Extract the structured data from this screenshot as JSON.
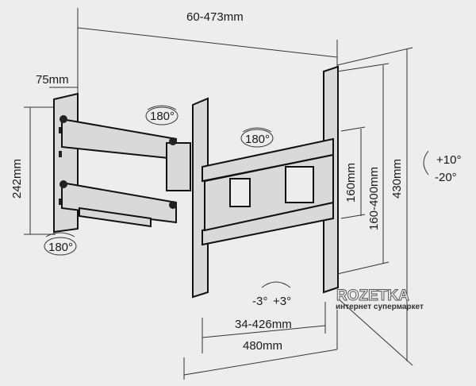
{
  "dimensions": {
    "arm_extension": "60-473mm",
    "wall_plate_width": "75mm",
    "wall_plate_height": "242mm",
    "swivel_wall": "180°",
    "swivel_bottom": "180°",
    "swivel_arm": "180°",
    "vesa_vertical_min": "160mm",
    "vesa_vertical_range": "160-400mm",
    "plate_height": "430mm",
    "tilt_up": "+10°",
    "tilt_down": "-20°",
    "rotation_left": "-3°",
    "rotation_right": "+3°",
    "vesa_horizontal_range": "34-426mm",
    "plate_width": "480mm"
  },
  "watermark": {
    "brand": "ROZETKA",
    "tagline": "интернет супермаркет"
  }
}
